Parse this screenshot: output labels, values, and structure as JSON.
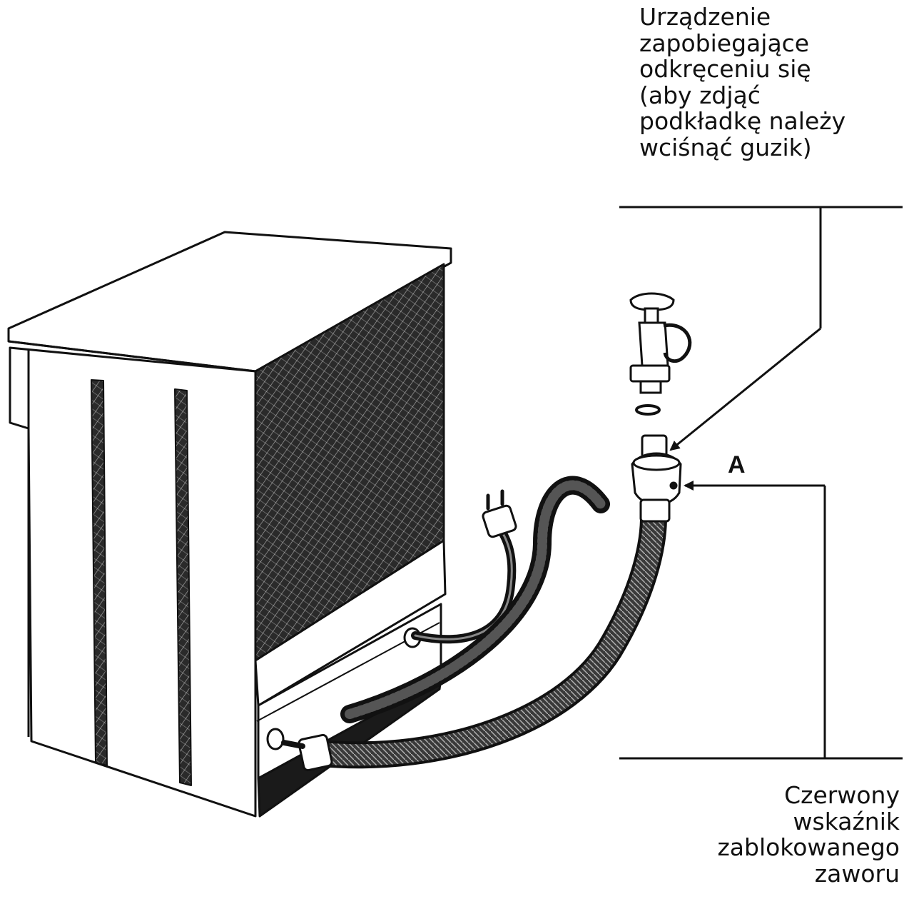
{
  "callouts": {
    "anti_unscrew": {
      "lines": [
        "Urządzenie",
        "zapobiegające",
        "odkręceniu się",
        "(aby zdjąć",
        "podkładkę należy",
        "wciśnąć guzik)"
      ]
    },
    "valve_label": "A",
    "red_indicator": {
      "lines": [
        "Czerwony",
        "wskaźnik",
        "zablokowanego",
        "zaworu"
      ]
    }
  },
  "colors": {
    "ink": "#111111",
    "paper": "#ffffff"
  }
}
